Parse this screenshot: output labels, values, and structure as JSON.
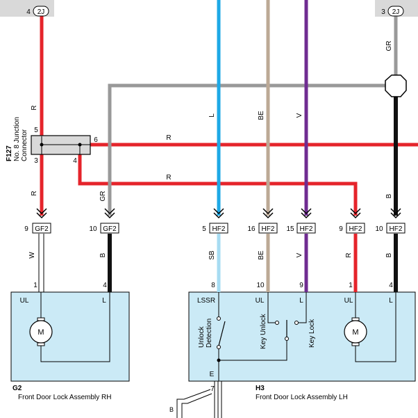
{
  "colors": {
    "red": "#e5242b",
    "gray": "#999999",
    "sky_blue": "#1ea9e6",
    "light_blue": "#a7dcf2",
    "beige": "#bca996",
    "violet": "#6f2c91",
    "black": "#111111",
    "component_fill": "#cbeaf6",
    "connector_fill": "#d9d9d9"
  },
  "top_connectors": [
    {
      "pin": "4",
      "code": "2J"
    },
    {
      "pin": "3",
      "code": "2J"
    }
  ],
  "junction": {
    "ref": "F127",
    "name_line1": "No. 8 Junction",
    "name_line2": "Connector",
    "pins": [
      "5",
      "6",
      "3",
      "4"
    ]
  },
  "wire_colors": {
    "r_top": "R",
    "gr_right": "GR",
    "r_junction_in": "R",
    "l": "L",
    "be": "BE",
    "v": "V",
    "r_horizontal_upper": "R",
    "r_horizontal_lower": "R",
    "r_left_lower": "R",
    "gr_left": "GR",
    "b_right": "B",
    "w": "W",
    "b_g2": "B",
    "sb": "SB",
    "be_lower": "BE",
    "v_lower": "V",
    "r_lower": "R",
    "b_lower": "B"
  },
  "mid_connectors": [
    {
      "pin": "9",
      "code": "GF2"
    },
    {
      "pin": "10",
      "code": "GF2"
    },
    {
      "pin": "5",
      "code": "HF2"
    },
    {
      "pin": "16",
      "code": "HF2"
    },
    {
      "pin": "15",
      "code": "HF2"
    },
    {
      "pin": "9",
      "code": "HF2"
    },
    {
      "pin": "10",
      "code": "HF2"
    }
  ],
  "g2": {
    "ref": "G2",
    "name": "Front Door Lock Assembly RH",
    "pin_left": "1",
    "pin_right": "4",
    "term_ul": "UL",
    "term_l": "L",
    "motor": "M"
  },
  "h3": {
    "ref": "H3",
    "name": "Front Door Lock Assembly LH",
    "pins_top": [
      "8",
      "10",
      "9",
      "1",
      "4"
    ],
    "pin_bottom": "7",
    "terms": [
      "LSSR",
      "UL",
      "L",
      "UL",
      "L"
    ],
    "term_e": "E",
    "unlock_detection_1": "Unlock",
    "unlock_detection_2": "Detection",
    "key_unlock": "Key Unlock",
    "key_lock": "Key Lock",
    "motor": "M"
  },
  "bottom_partial": {
    "wire_b": "B"
  }
}
